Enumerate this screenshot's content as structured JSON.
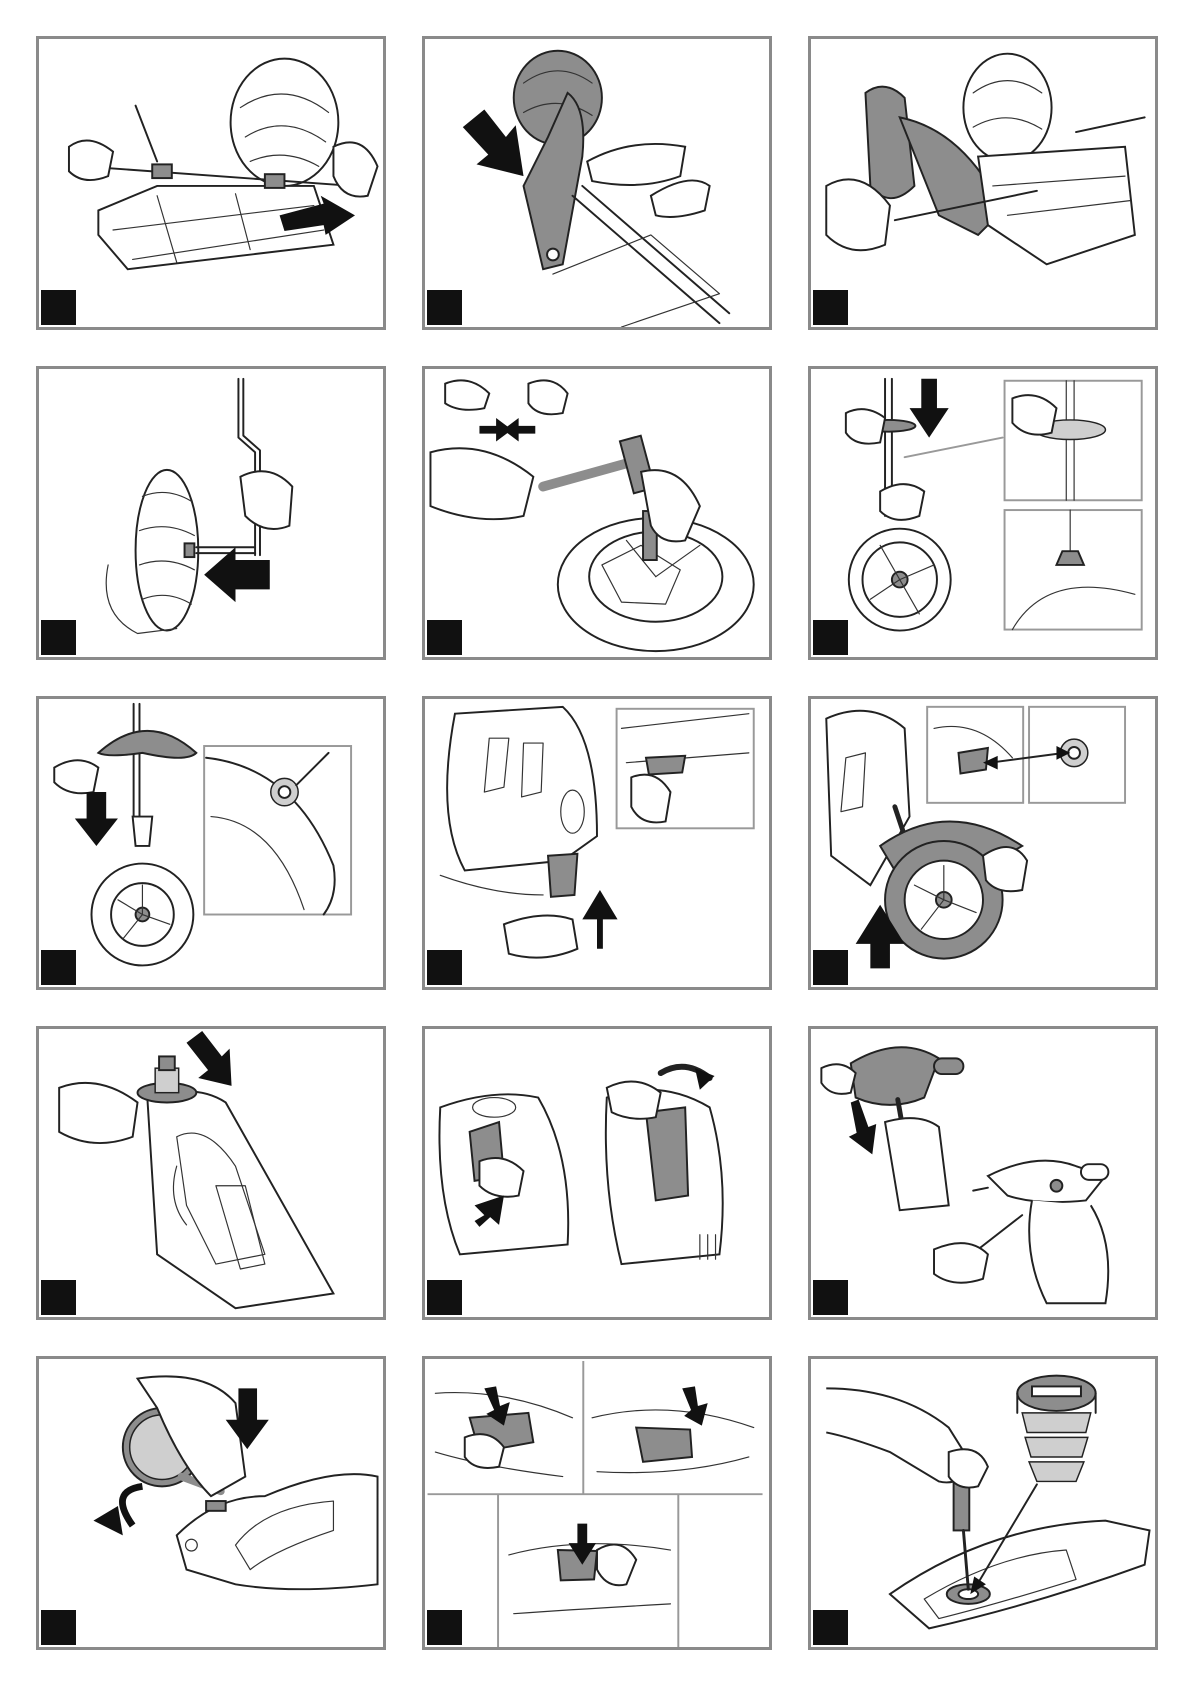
{
  "page": {
    "background": "#ffffff",
    "frame_color": "#8a8a8a",
    "badge_color": "#111111",
    "part_fill": "#8d8d8d"
  },
  "steps": [
    {
      "id": 1,
      "depicts": "rear-axle-insertion"
    },
    {
      "id": 2,
      "depicts": "rear-wheel-fork-mount"
    },
    {
      "id": 3,
      "depicts": "rear-mudguard-fixing"
    },
    {
      "id": 4,
      "depicts": "front-wheel-on-fork"
    },
    {
      "id": 5,
      "depicts": "hub-cap-hammering"
    },
    {
      "id": 6,
      "depicts": "fork-collar-fitting"
    },
    {
      "id": 7,
      "depicts": "front-mudguard-fitting"
    },
    {
      "id": 8,
      "depicts": "frame-clip-insertion"
    },
    {
      "id": 9,
      "depicts": "body-onto-front-wheel"
    },
    {
      "id": 10,
      "depicts": "steering-column-lock"
    },
    {
      "id": 11,
      "depicts": "side-panels-fitting"
    },
    {
      "id": 12,
      "depicts": "handlebar-fitting"
    },
    {
      "id": 13,
      "depicts": "mirror-fitting"
    },
    {
      "id": 14,
      "depicts": "footboard-covers"
    },
    {
      "id": 15,
      "depicts": "battery-cap-screwing"
    }
  ]
}
